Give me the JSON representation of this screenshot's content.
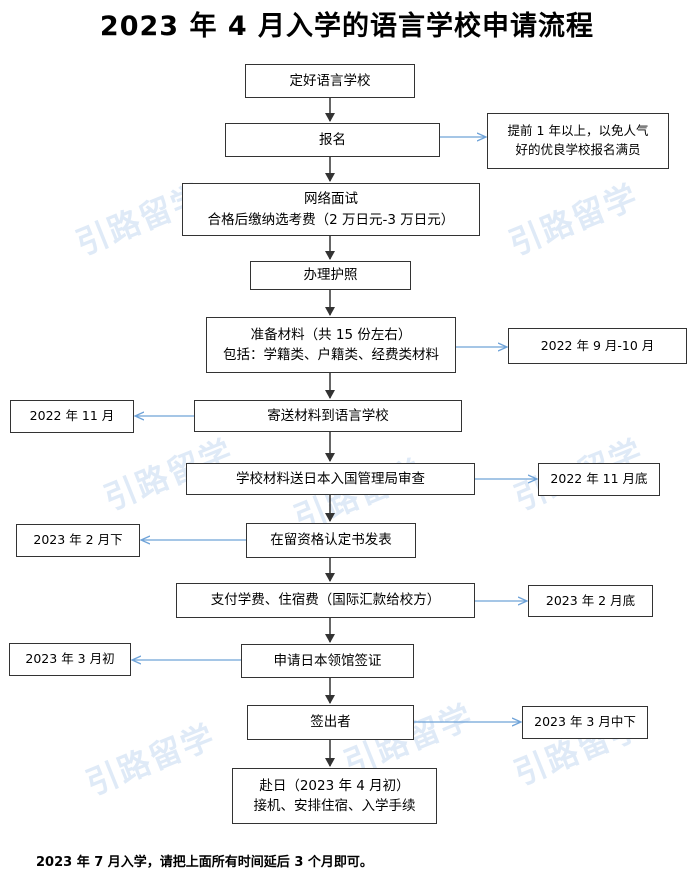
{
  "title": "2023 年 4 月入学的语言学校申请流程",
  "steps": [
    {
      "lines": [
        "定好语言学校"
      ]
    },
    {
      "lines": [
        "报名"
      ]
    },
    {
      "lines": [
        "网络面试",
        "合格后缴纳选考费（2 万日元-3 万日元）"
      ]
    },
    {
      "lines": [
        "办理护照"
      ]
    },
    {
      "lines": [
        "准备材料（共 15 份左右）",
        "包括：学籍类、户籍类、经费类材料"
      ]
    },
    {
      "lines": [
        "寄送材料到语言学校"
      ]
    },
    {
      "lines": [
        "学校材料送日本入国管理局审查"
      ]
    },
    {
      "lines": [
        "在留资格认定书发表"
      ]
    },
    {
      "lines": [
        "支付学费、住宿费（国际汇款给校方）"
      ]
    },
    {
      "lines": [
        "申请日本领馆签证"
      ]
    },
    {
      "lines": [
        "签出者"
      ]
    },
    {
      "lines": [
        "赴日（2023 年 4 月初）",
        "接机、安排住宿、入学手续"
      ]
    }
  ],
  "notes": [
    {
      "lines": [
        "提前 1 年以上，以免人气",
        "好的优良学校报名满员"
      ]
    },
    {
      "lines": [
        "2022 年 9 月-10 月"
      ]
    },
    {
      "lines": [
        "2022 年 11 月"
      ]
    },
    {
      "lines": [
        "2022 年 11 月底"
      ]
    },
    {
      "lines": [
        "2023 年 2 月下"
      ]
    },
    {
      "lines": [
        "2023 年 2 月底"
      ]
    },
    {
      "lines": [
        "2023 年 3 月初"
      ]
    },
    {
      "lines": [
        "2023 年 3 月中下"
      ]
    }
  ],
  "watermark": "引路留学",
  "footer": "2023 年 7 月入学，请把上面所有时间延后 3 个月即可。",
  "colors": {
    "line": "#333333",
    "note_arrow": "#6fa3d8",
    "watermark": "#a9c7ea"
  }
}
